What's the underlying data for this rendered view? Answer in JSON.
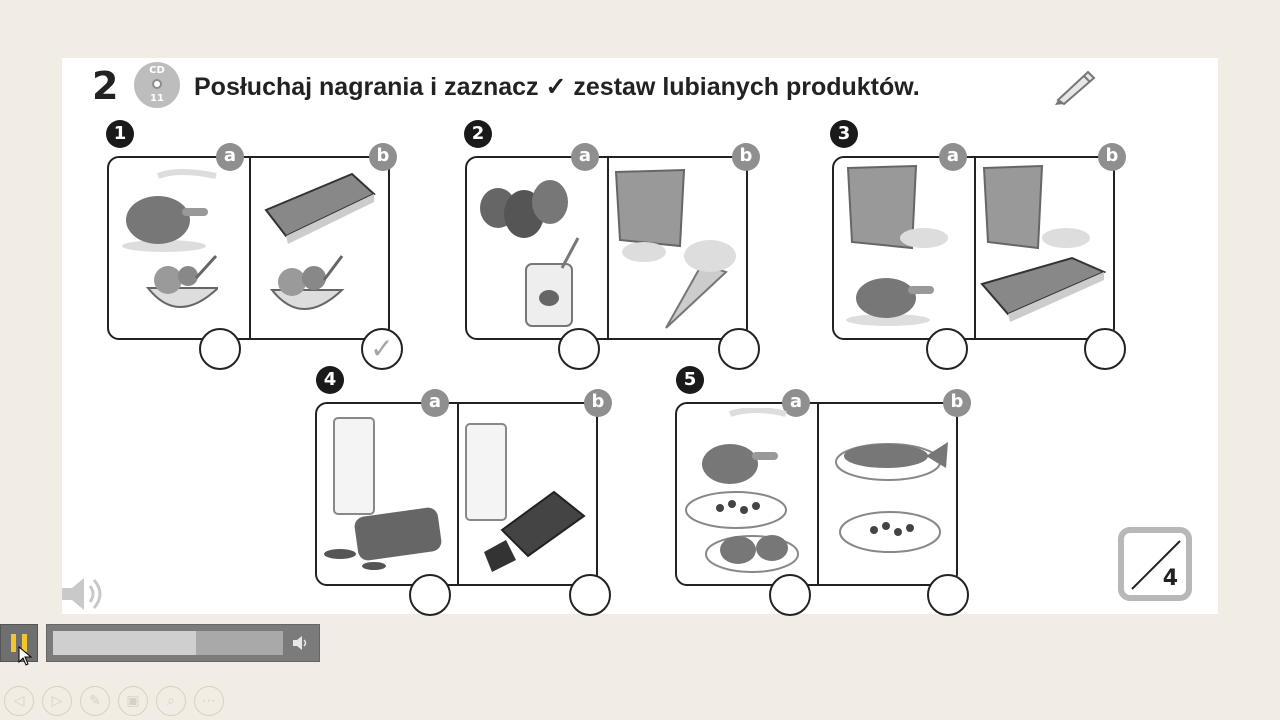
{
  "exercise": {
    "number": "2",
    "cd_label": "CD",
    "cd_track": "11",
    "instruction": "Posłuchaj nagrania i zaznacz ✓ zestaw lubianych produktów."
  },
  "sets": [
    {
      "number": "1",
      "options": [
        "a",
        "b"
      ],
      "checked": "b"
    },
    {
      "number": "2",
      "options": [
        "a",
        "b"
      ],
      "checked": ""
    },
    {
      "number": "3",
      "options": [
        "a",
        "b"
      ],
      "checked": ""
    },
    {
      "number": "4",
      "options": [
        "a",
        "b"
      ],
      "checked": ""
    },
    {
      "number": "5",
      "options": [
        "a",
        "b"
      ],
      "checked": ""
    }
  ],
  "check_mark": "✓",
  "score": {
    "total": "4"
  },
  "player": {
    "progress": 0.62
  },
  "icons": [
    "cd-icon",
    "pencil-icon",
    "speaker-icon",
    "pause-icon",
    "volume-icon",
    "cursor-icon"
  ],
  "colors": {
    "accent": "#f5c431",
    "badge": "#8f8f8f",
    "background": "#f2ede4"
  }
}
